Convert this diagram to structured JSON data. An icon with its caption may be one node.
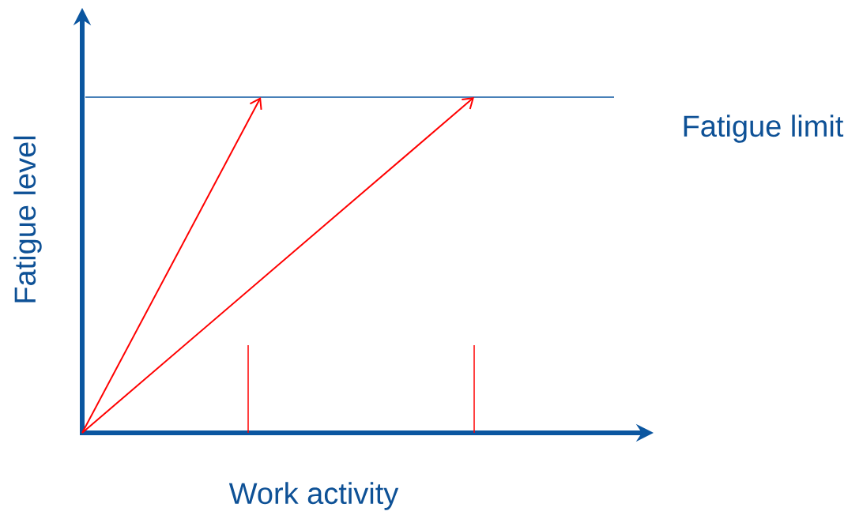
{
  "diagram": {
    "labels": [
      "Fatigue limit",
      "Fatigue level",
      "Work activity"
    ]
  }
}
